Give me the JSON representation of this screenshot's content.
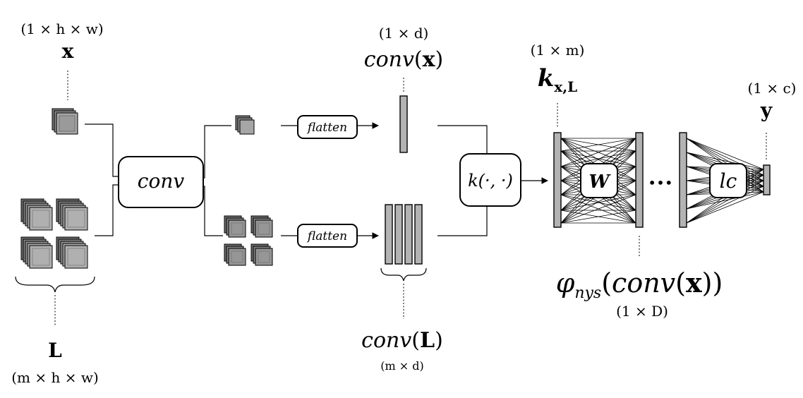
{
  "input": {
    "x_dims": "(1 × h × w)",
    "x_label": "x",
    "L_label": "L",
    "L_dims": "(m × h × w)"
  },
  "conv_block": {
    "label": "conv"
  },
  "flatten_top": {
    "label": "flatten"
  },
  "flatten_bottom": {
    "label": "flatten"
  },
  "conv_x": {
    "dims": "(1 × d)",
    "func": "conv",
    "arg": "x"
  },
  "conv_L": {
    "func": "conv",
    "arg": "L",
    "dims": "(m × d)"
  },
  "kernel": {
    "label": "k(·, ·)"
  },
  "k_vec": {
    "dims": "(1 × m)",
    "base": "k",
    "sub": "x,L"
  },
  "weights": {
    "label": "W",
    "ellipsis": "•••"
  },
  "last_layer": {
    "label": "lc"
  },
  "output": {
    "dims": "(1 × c)",
    "label": "y"
  },
  "phi": {
    "base": "φ",
    "sub": "nys",
    "open": "(",
    "func": "conv",
    "arg": "x",
    "close": "))",
    "dims": "(1 × D)"
  }
}
